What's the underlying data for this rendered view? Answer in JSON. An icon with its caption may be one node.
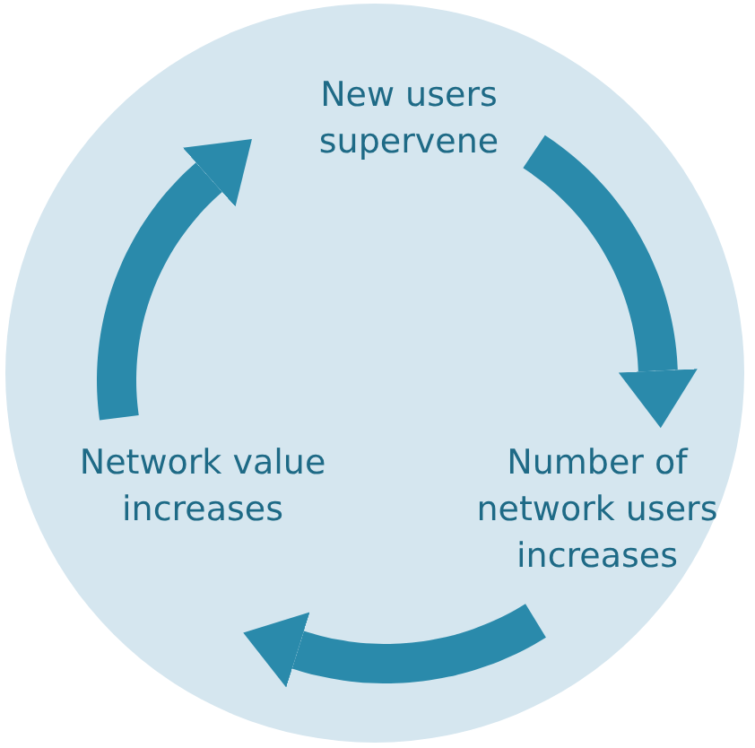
{
  "diagram": {
    "nodes": [
      {
        "text": [],
        "shape": "circle"
      },
      {
        "text": [
          "New users supervene"
        ],
        "in": 0
      },
      {
        "text": [
          "Number of network users increases"
        ],
        "in": 0
      },
      {
        "text": [
          "Network value increases"
        ],
        "in": 0
      }
    ],
    "edges": [
      {
        "from": 1,
        "to": 2,
        "arrow": "to"
      },
      {
        "from": 2,
        "to": 3,
        "arrow": "to"
      },
      {
        "from": 3,
        "to": 1,
        "arrow": "to"
      }
    ]
  }
}
